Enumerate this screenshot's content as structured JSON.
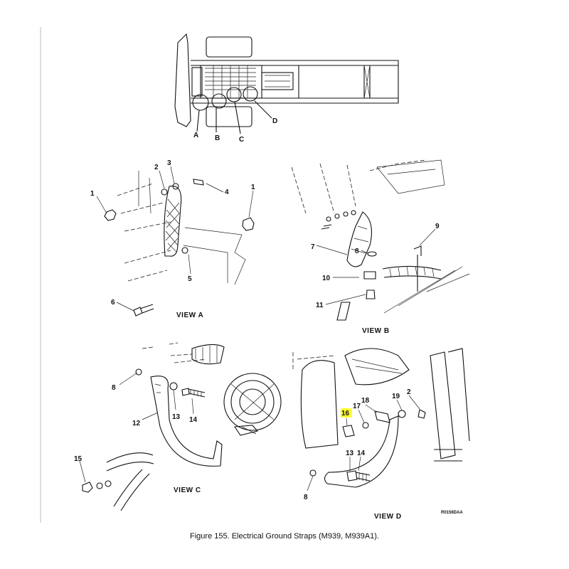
{
  "overview": {
    "callouts": [
      "A",
      "B",
      "C",
      "D"
    ]
  },
  "view_a": {
    "title": "VIEW A",
    "callouts": [
      "1",
      "2",
      "3",
      "4",
      "1",
      "5",
      "6"
    ]
  },
  "view_b": {
    "title": "VIEW B",
    "callouts": [
      "7",
      "8",
      "9",
      "10",
      "11"
    ]
  },
  "view_c": {
    "title": "VIEW C",
    "callouts": [
      "8",
      "13",
      "14",
      "12",
      "15"
    ]
  },
  "view_d": {
    "title": "VIEW D",
    "callouts": [
      "16",
      "17",
      "18",
      "19",
      "2",
      "13",
      "14",
      "8"
    ],
    "highlight": "16",
    "highlight_color": "#ffff33"
  },
  "drawing_code": "R0156DAA",
  "caption": "Figure  155.    Electrical Ground Straps (M939, M939A1)."
}
